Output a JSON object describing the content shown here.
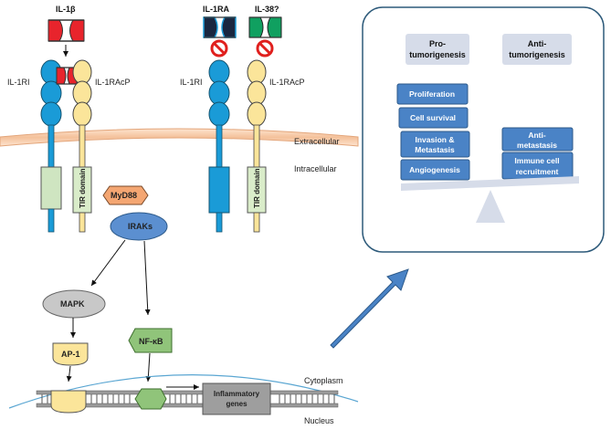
{
  "ligands": {
    "il1b": "IL-1β",
    "il1ra": "IL-1RA",
    "il38": "IL-38?"
  },
  "receptors": {
    "il1ri_left": "IL-1RI",
    "il1racp_left": "IL-1RAcP",
    "il1ri_right": "IL-1RI",
    "il1racp_right": "IL-1RAcP",
    "tir_left": "TIR domain",
    "tir_right": "TIR domain"
  },
  "membrane": {
    "extracellular": "Extracellular",
    "intracellular": "Intracellular"
  },
  "signaling": {
    "myd88": "MyD88",
    "iraks": "IRAKs",
    "mapk": "MAPK",
    "ap1": "AP-1",
    "nfkb": "NF-κB",
    "genes": "Inflammatory genes"
  },
  "compartments": {
    "cytoplasm": "Cytoplasm",
    "nucleus": "Nucleus"
  },
  "panel": {
    "pro_title": "Pro-tumorigenesis",
    "anti_title": "Anti-tumorigenesis",
    "pro_items": [
      "Proliferation",
      "Cell survival",
      "Invasion & Metastasis",
      "Angiogenesis"
    ],
    "anti_items": [
      "Anti-metastasis",
      "Immune cell recruitment"
    ]
  },
  "colors": {
    "receptor_blue": "#1a9bd7",
    "accessory_yellow": "#fbe59a",
    "il1b_red": "#e8242c",
    "il1ra_dark": "#1a2740",
    "il38_green": "#10a060",
    "membrane": "#f6c9a4",
    "myd88": "#f4a672",
    "irak": "#5b8fd0",
    "box_blue": "#4a83c6",
    "panel_border": "#2d5a7a"
  }
}
